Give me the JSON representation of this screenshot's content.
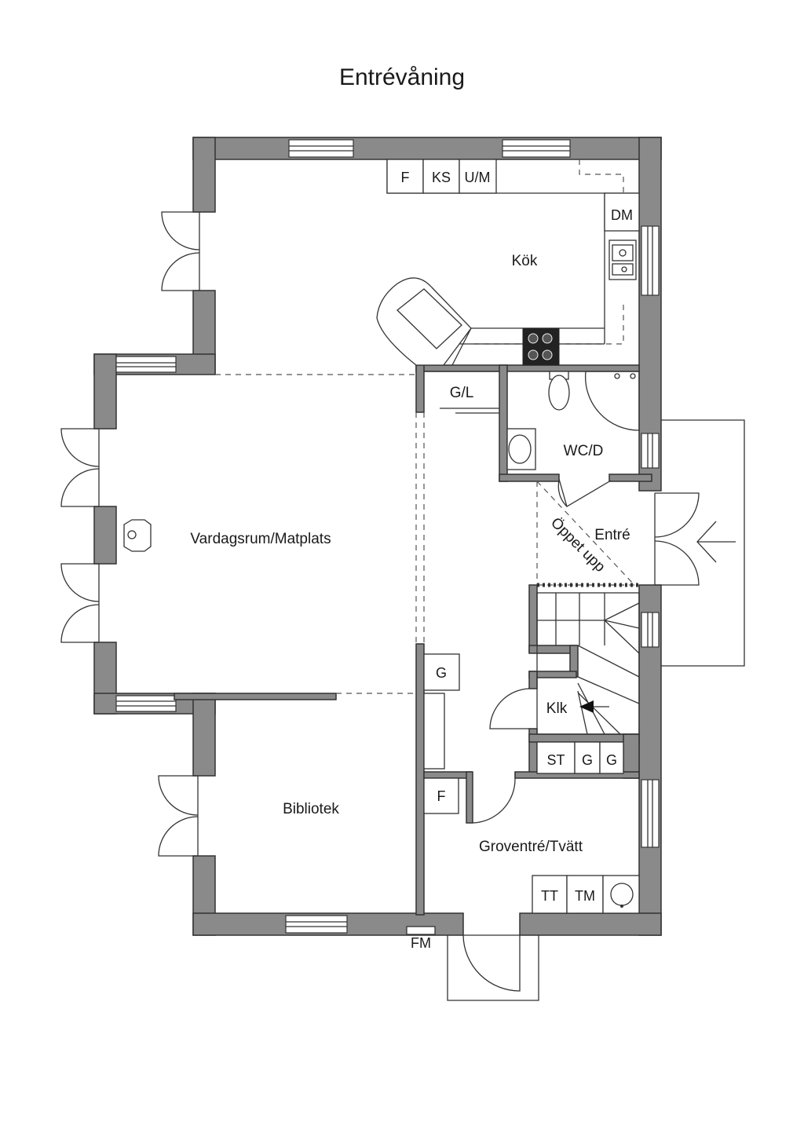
{
  "title": "Entrévåning",
  "rooms": {
    "kok": "Kök",
    "vardagsrum": "Vardagsrum/Matplats",
    "bibliotek": "Bibliotek",
    "wc": "WC/D",
    "entre": "Entré",
    "groventre": "Groventré/Tvätt",
    "klk": "Klk",
    "gl": "G/L"
  },
  "annotations": {
    "oppet_upp": "Öppet upp"
  },
  "fixtures": {
    "f_kitchen": "F",
    "ks": "KS",
    "um": "U/M",
    "dm": "DM",
    "g_hall": "G",
    "st": "ST",
    "g1": "G",
    "g2": "G",
    "f_groventre": "F",
    "tt": "TT",
    "tm": "TM",
    "fm": "FM"
  },
  "colors": {
    "wall": "#8a8a8a",
    "line": "#333333",
    "background": "#ffffff"
  }
}
